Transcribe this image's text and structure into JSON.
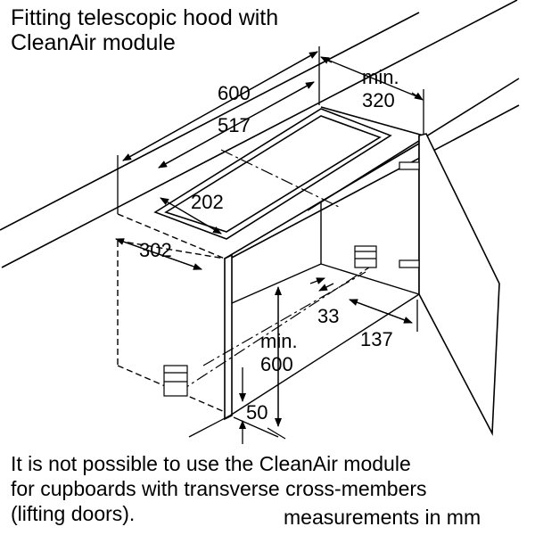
{
  "title": {
    "line1": "Fitting telescopic hood with",
    "line2": "CleanAir module"
  },
  "dimensions": {
    "width_600": "600",
    "width_517": "517",
    "min_label": "min.",
    "min_320": "320",
    "cutout_202": "202",
    "depth_302": "302",
    "offset_33": "33",
    "offset_137": "137",
    "min_600_label": "min.",
    "min_600_value": "600",
    "bottom_50": "50"
  },
  "note": {
    "line1": "It is not possible to use the CleanAir module",
    "line2": "for cupboards with transverse cross-members",
    "line3": "(lifting doors)."
  },
  "units": "measurements in mm",
  "colors": {
    "line": "#000000",
    "fill": "#ffffff"
  }
}
